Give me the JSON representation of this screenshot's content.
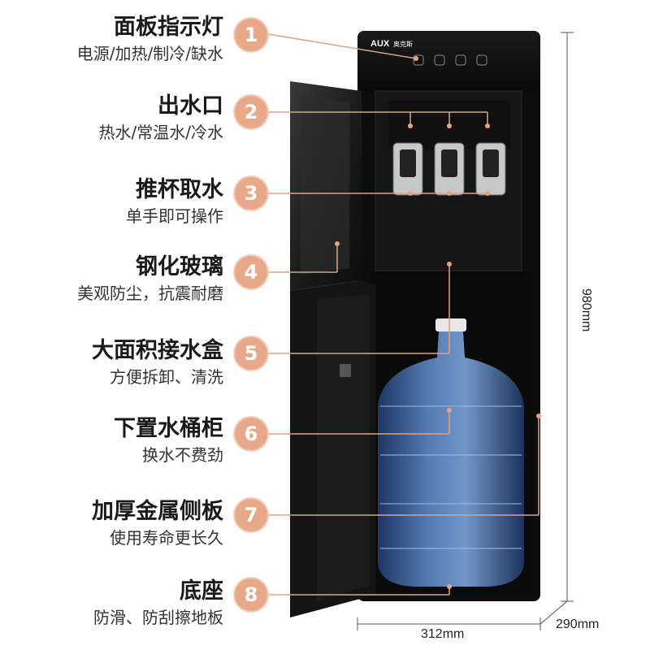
{
  "brand": "AUX",
  "brand_cn": "奥克斯",
  "features": [
    {
      "num": "1",
      "title": "面板指示灯",
      "desc": "电源/加热/制冷/缺水"
    },
    {
      "num": "2",
      "title": "出水口",
      "desc": "热水/常温水/冷水"
    },
    {
      "num": "3",
      "title": "推杯取水",
      "desc": "单手即可操作"
    },
    {
      "num": "4",
      "title": "钢化玻璃",
      "desc": "美观防尘，抗震耐磨"
    },
    {
      "num": "5",
      "title": "大面积接水盒",
      "desc": "方便拆卸、清洗"
    },
    {
      "num": "6",
      "title": "下置水桶柜",
      "desc": "换水不费劲"
    },
    {
      "num": "7",
      "title": "加厚金属侧板",
      "desc": "使用寿命更长久"
    },
    {
      "num": "8",
      "title": "底座",
      "desc": "防滑、防刮擦地板"
    }
  ],
  "dimensions": {
    "height": "980mm",
    "width": "312mm",
    "depth": "290mm"
  },
  "colors": {
    "badge": "#e8a98b",
    "line": "#d9a488",
    "body": "#121212"
  }
}
